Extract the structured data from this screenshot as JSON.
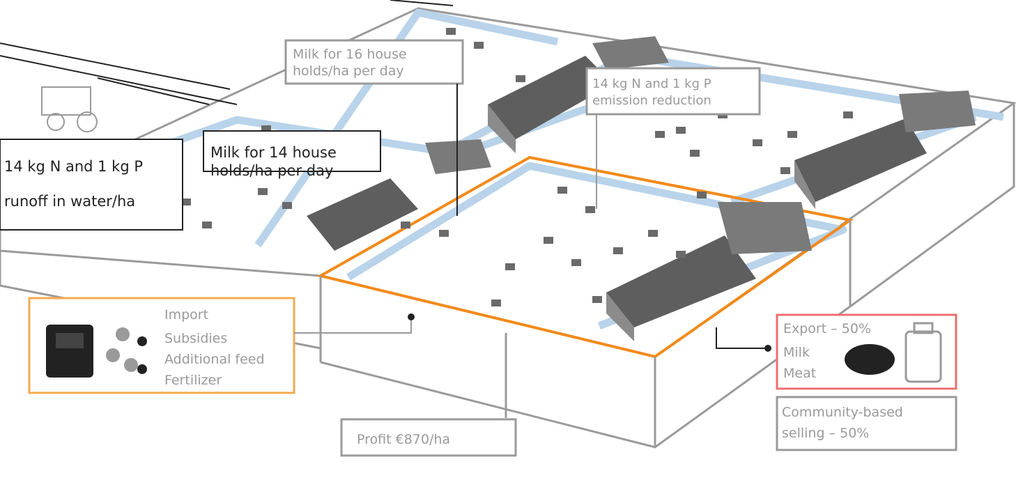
{
  "colors": {
    "outline": "#9a9a9a",
    "ink": "#222222",
    "river": "#b9d3ea",
    "farm_border": "#f28a1a",
    "import_border": "#f6a94d",
    "export_border": "#ee6f6f",
    "building_roof": "#5e5e5e",
    "building_wall": "#8b8b8b"
  },
  "labels": {
    "milk_for_16_households": "Milk for 16 house holds/ha per day",
    "n_p_runoff": "14 kg N and 1 kg P runoff in water/ha",
    "milk_for_14_households": "Milk for 14 house holds/ha per day",
    "n_p_emission": "14 kg N and 1 kg P emission reduction",
    "import_title": "Import",
    "import_lines": [
      "Subsidies",
      "Additional feed",
      "Fertilizer"
    ],
    "export_title": "Export – 50%",
    "export_lines": [
      "Milk",
      "Meat"
    ],
    "profit": "Profit €870/ha",
    "community_selling": "Community-based selling – 50%"
  },
  "icons": [
    "cow-icon",
    "tractor-icon",
    "feed-bag-icon",
    "fertilizer-icon",
    "meat-icon",
    "milk-can-icon",
    "barn-icon"
  ]
}
